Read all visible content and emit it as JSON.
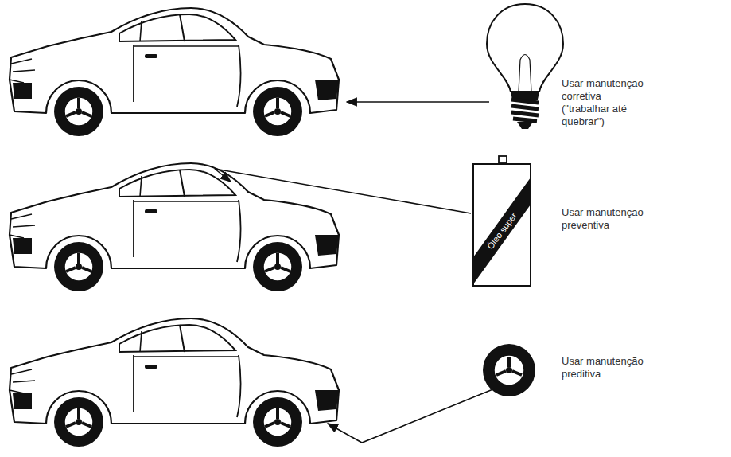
{
  "diagram": {
    "nodes": [
      {
        "text": [
          "Óleo super"
        ]
      }
    ],
    "labels": [
      "Usar manutenção corretiva (\"trabalhar até quebrar\")",
      "Usar manutenção preventiva",
      "Usar manutenção preditiva"
    ]
  }
}
